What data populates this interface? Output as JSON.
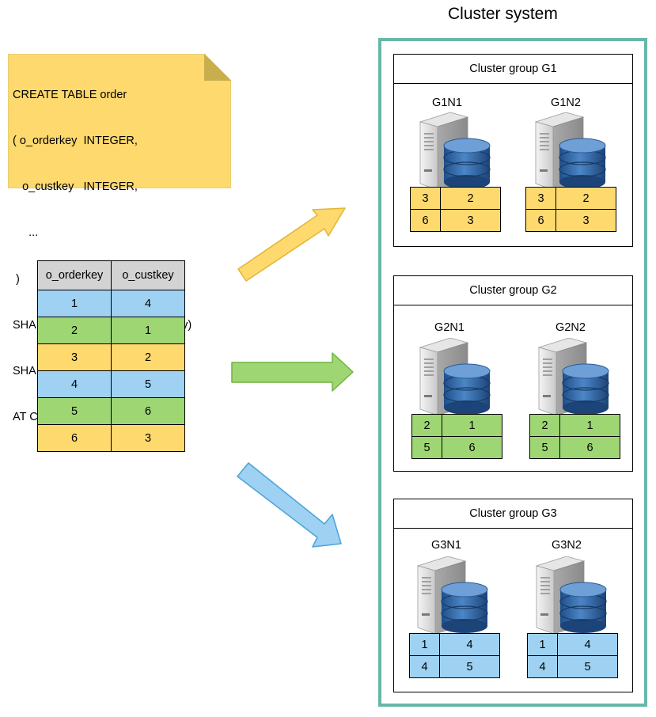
{
  "sql_note": {
    "lines": [
      "CREATE TABLE order",
      "( o_orderkey  INTEGER,",
      "   o_custkey   INTEGER,",
      "     ...",
      " )",
      "SHARDING BY HASH(o_orderkey)",
      "SHARD COUNT 3",
      "AT CLUSTER GROUP g1, g2, g3;"
    ]
  },
  "source_table": {
    "headers": [
      "o_orderkey",
      "o_custkey"
    ],
    "rows": [
      [
        "1",
        "4"
      ],
      [
        "2",
        "1"
      ],
      [
        "3",
        "2"
      ],
      [
        "4",
        "5"
      ],
      [
        "5",
        "6"
      ],
      [
        "6",
        "3"
      ]
    ]
  },
  "cluster": {
    "title": "Cluster system",
    "groups": [
      {
        "title": "Cluster group G1",
        "nodes": [
          {
            "name": "G1N1",
            "rows": [
              [
                "3",
                "2"
              ],
              [
                "6",
                "3"
              ]
            ]
          },
          {
            "name": "G1N2",
            "rows": [
              [
                "3",
                "2"
              ],
              [
                "6",
                "3"
              ]
            ]
          }
        ]
      },
      {
        "title": "Cluster group G2",
        "nodes": [
          {
            "name": "G2N1",
            "rows": [
              [
                "2",
                "1"
              ],
              [
                "5",
                "6"
              ]
            ]
          },
          {
            "name": "G2N2",
            "rows": [
              [
                "2",
                "1"
              ],
              [
                "5",
                "6"
              ]
            ]
          }
        ]
      },
      {
        "title": "Cluster group G3",
        "nodes": [
          {
            "name": "G3N1",
            "rows": [
              [
                "1",
                "4"
              ],
              [
                "4",
                "5"
              ]
            ]
          },
          {
            "name": "G3N2",
            "rows": [
              [
                "1",
                "4"
              ],
              [
                "4",
                "5"
              ]
            ]
          }
        ]
      }
    ]
  },
  "colors": {
    "yellow": "#fdd96e",
    "green": "#9fd674",
    "blue": "#9ed1f2",
    "cluster_border": "#67b7a8",
    "note": "#fdd96e"
  },
  "icons": [
    "server-icon",
    "database-icon"
  ]
}
